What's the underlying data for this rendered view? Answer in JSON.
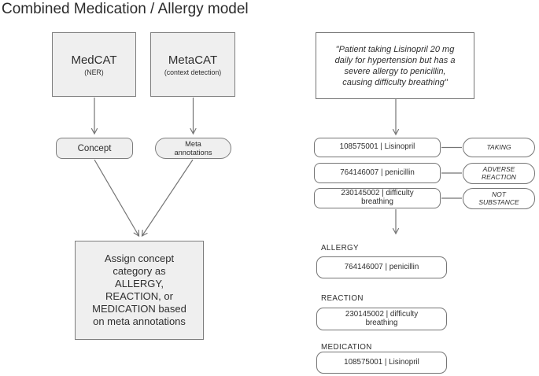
{
  "title": "Combined Medication / Allergy model",
  "colors": {
    "box_fill": "#efefef",
    "box_border": "#7d7d7d",
    "line": "#757575",
    "text": "#2e2e2e"
  },
  "pipeline": {
    "medcat": {
      "name": "MedCAT",
      "note": "(NER)"
    },
    "metacat": {
      "name": "MetaCAT",
      "note": "(context detection)"
    },
    "concept_label": "Concept",
    "meta_annotations_label": "Meta\nannotations",
    "assign_text": "Assign concept\ncategory as\nALLERGY,\nREACTION, or\nMEDICATION based\non meta annotations"
  },
  "example": {
    "quote": "\"Patient taking Lisinopril 20 mg\ndaily for hypertension but has a\nsevere allergy to penicillin,\ncausing difficulty breathing\"",
    "entities": [
      {
        "concept": "108575001 | Lisinopril",
        "meta": "TAKING"
      },
      {
        "concept": "764146007 | penicillin",
        "meta": "ADVERSE\nREACTION"
      },
      {
        "concept": "230145002 | difficulty\nbreathing",
        "meta": "NOT\nSUBSTANCE"
      }
    ],
    "categories": [
      {
        "label": "ALLERGY",
        "concept": "764146007 | penicillin"
      },
      {
        "label": "REACTION",
        "concept": "230145002 | difficulty\nbreathing"
      },
      {
        "label": "MEDICATION",
        "concept": "108575001 | Lisinopril"
      }
    ]
  }
}
